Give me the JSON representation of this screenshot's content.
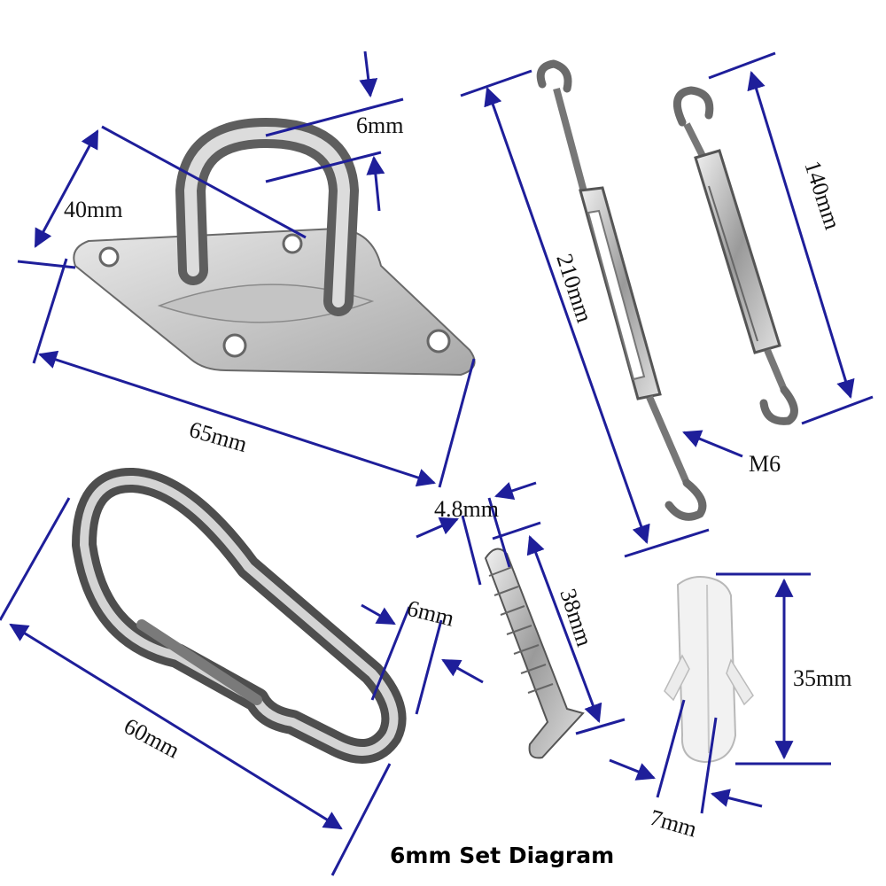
{
  "caption": "6mm Set Diagram",
  "colors": {
    "dimension_line": "#1e1e9a",
    "steel_dark": "#5a5a5a",
    "steel_light": "#d6d6d6",
    "plug": "#f2f2f2",
    "background": "#ffffff"
  },
  "labels": {
    "pad_eye_ring": "6mm",
    "pad_eye_width": "40mm",
    "pad_eye_length": "65mm",
    "turnbuckle_long": "210mm",
    "turnbuckle_short": "140mm",
    "thread": "M6",
    "screw_diameter": "4.8mm",
    "screw_length": "38mm",
    "carabiner_wire": "6mm",
    "carabiner_length": "60mm",
    "plug_length": "35mm",
    "plug_diameter": "7mm"
  }
}
